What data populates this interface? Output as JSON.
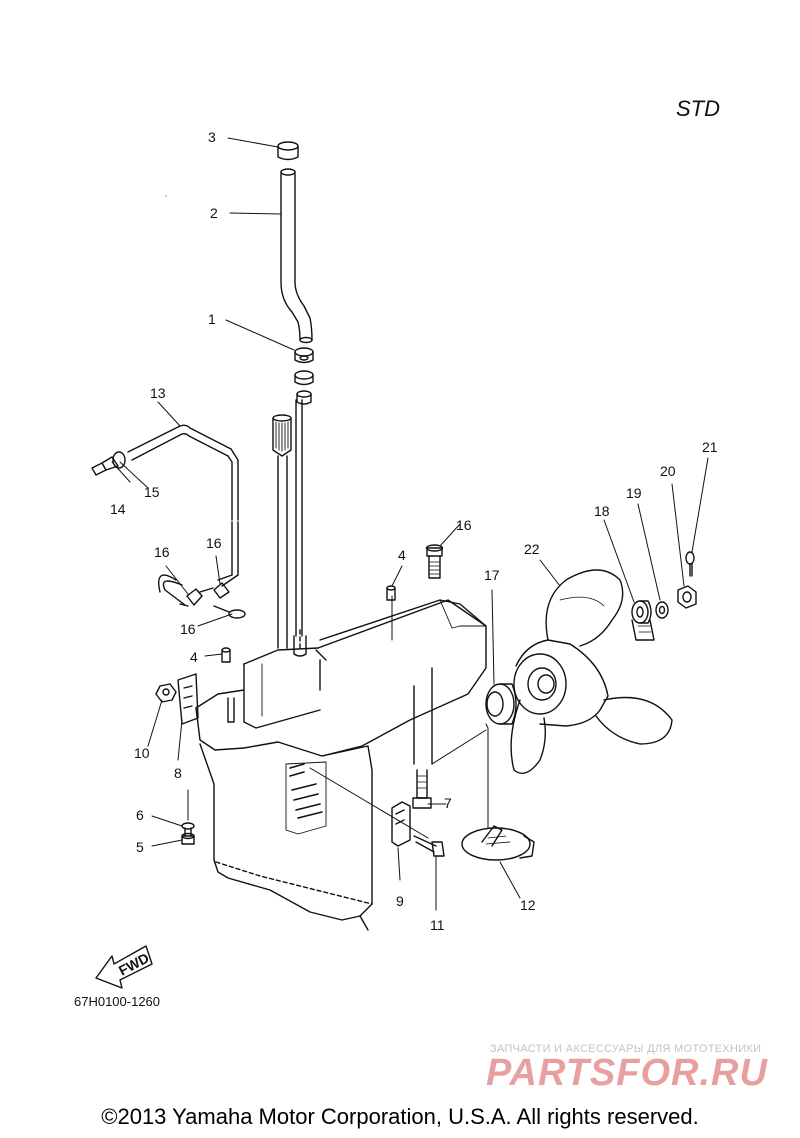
{
  "header": {
    "std_label": "STD"
  },
  "parts": [
    {
      "id": "p1",
      "label": "1"
    },
    {
      "id": "p2",
      "label": "2"
    },
    {
      "id": "p3",
      "label": "3"
    },
    {
      "id": "p4a",
      "label": "4"
    },
    {
      "id": "p4b",
      "label": "4"
    },
    {
      "id": "p5",
      "label": "5"
    },
    {
      "id": "p6",
      "label": "6"
    },
    {
      "id": "p7",
      "label": "7"
    },
    {
      "id": "p8",
      "label": "8"
    },
    {
      "id": "p9",
      "label": "9"
    },
    {
      "id": "p10",
      "label": "10"
    },
    {
      "id": "p11",
      "label": "11"
    },
    {
      "id": "p12",
      "label": "12"
    },
    {
      "id": "p13",
      "label": "13"
    },
    {
      "id": "p14",
      "label": "14"
    },
    {
      "id": "p15",
      "label": "15"
    },
    {
      "id": "p16a",
      "label": "16"
    },
    {
      "id": "p16b",
      "label": "16"
    },
    {
      "id": "p16c",
      "label": "16"
    },
    {
      "id": "p16d",
      "label": "16"
    },
    {
      "id": "p17",
      "label": "17"
    },
    {
      "id": "p18",
      "label": "18"
    },
    {
      "id": "p19",
      "label": "19"
    },
    {
      "id": "p20",
      "label": "20"
    },
    {
      "id": "p21",
      "label": "21"
    },
    {
      "id": "p22",
      "label": "22"
    }
  ],
  "fwd_label": "FWD",
  "doc_code": "67H0100-1260",
  "watermark": {
    "tagline": "ЗАПЧАСТИ И АКСЕССУАРЫ ДЛЯ МОТОТЕХНИКИ",
    "logo": "PARTSFOR.RU"
  },
  "footer": {
    "copyright": "©2013 Yamaha Motor Corporation, U.S.A. All rights reserved."
  }
}
